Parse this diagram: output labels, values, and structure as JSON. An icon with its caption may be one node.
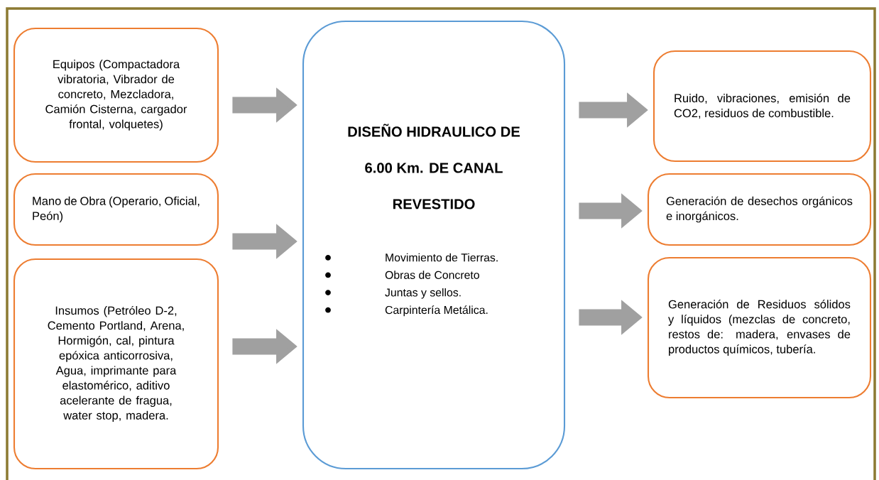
{
  "diagram": {
    "nodes": [
      {
        "text": [
          "Equipos (Compactadora vibratoria, Vibrador de concreto, Mezcladora, Camión Cisterna, cargador frontal, volquetes)"
        ]
      },
      {
        "text": [
          "Mano de Obra (Operario, Oficial, Peón)"
        ]
      },
      {
        "text": [
          "Insumos (Petróleo D-2, Cemento Portland, Arena, Hormigón, cal, pintura epóxica anticorrosiva, Agua, imprimante para elastomérico, aditivo acelerante de fragua, water stop, madera."
        ]
      },
      {
        "text": [
          "DISEÑO HIDRAULICO DE 6.00 Km. DE CANAL REVESTIDO",
          "Movimiento de Tierras.",
          "Obras de Concreto",
          "Juntas y sellos.",
          "Carpintería Metálica."
        ]
      },
      {
        "text": [
          "Ruido, vibraciones, emisión de CO2, residuos de combustible."
        ]
      },
      {
        "text": [
          "Generación de desechos orgánicos e inorgánicos."
        ]
      },
      {
        "text": [
          "Generación de Residuos sólidos y líquidos (mezclas de concreto, restos de: madera, envases de productos químicos, tubería."
        ]
      }
    ],
    "edges": [
      {
        "from": 0,
        "to": 3,
        "arrow": "to"
      },
      {
        "from": 1,
        "to": 3,
        "arrow": "to"
      },
      {
        "from": 2,
        "to": 3,
        "arrow": "to"
      },
      {
        "from": 3,
        "to": 4,
        "arrow": "to"
      },
      {
        "from": 3,
        "to": 5,
        "arrow": "to"
      },
      {
        "from": 3,
        "to": 6,
        "arrow": "to"
      }
    ]
  }
}
